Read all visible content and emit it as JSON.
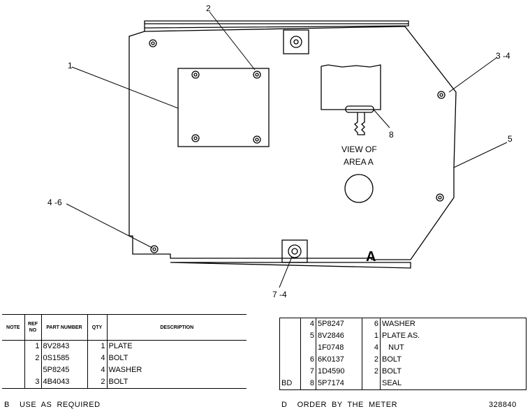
{
  "callouts": {
    "c1": "1",
    "c2": "2",
    "c34": "3 -4",
    "c5": "5",
    "c46": "4 -6",
    "c74": "7 -4",
    "c8": "8",
    "view1": "VIEW  OF",
    "view2": "AREA  A",
    "areaA": "A"
  },
  "table1": {
    "headers": {
      "note": "NOTE",
      "ref": "REF NO",
      "part": "PART NUMBER",
      "qty": "QTY",
      "desc": "DESCRIPTION"
    },
    "rows": [
      {
        "note": "",
        "ref": "1",
        "part": "8V2843",
        "qty": "1",
        "desc": "PLATE"
      },
      {
        "note": "",
        "ref": "2",
        "part": "0S1585",
        "qty": "4",
        "desc": "BOLT"
      },
      {
        "note": "",
        "ref": "",
        "part": "5P8245",
        "qty": "4",
        "desc": "WASHER"
      },
      {
        "note": "",
        "ref": "3",
        "part": "4B4043",
        "qty": "2",
        "desc": "BOLT"
      }
    ]
  },
  "table2": {
    "rows": [
      {
        "note": "",
        "ref": "4",
        "part": "5P8247",
        "qty": "6",
        "desc": "WASHER"
      },
      {
        "note": "",
        "ref": "5",
        "part": "8V2846",
        "qty": "1",
        "desc": "PLATE  AS."
      },
      {
        "note": "",
        "ref": "",
        "part": "1F0748",
        "qty": "4",
        "desc": "   NUT"
      },
      {
        "note": "",
        "ref": "6",
        "part": "6K0137",
        "qty": "2",
        "desc": "BOLT"
      },
      {
        "note": "",
        "ref": "7",
        "part": "1D4590",
        "qty": "2",
        "desc": "BOLT"
      },
      {
        "note": "BD",
        "ref": "8",
        "part": "5P7174",
        "qty": "",
        "desc": "SEAL"
      }
    ]
  },
  "footnotes": {
    "b": "B    USE  AS  REQUIRED",
    "d": "D    ORDER  BY  THE  METER",
    "code": "328840"
  }
}
